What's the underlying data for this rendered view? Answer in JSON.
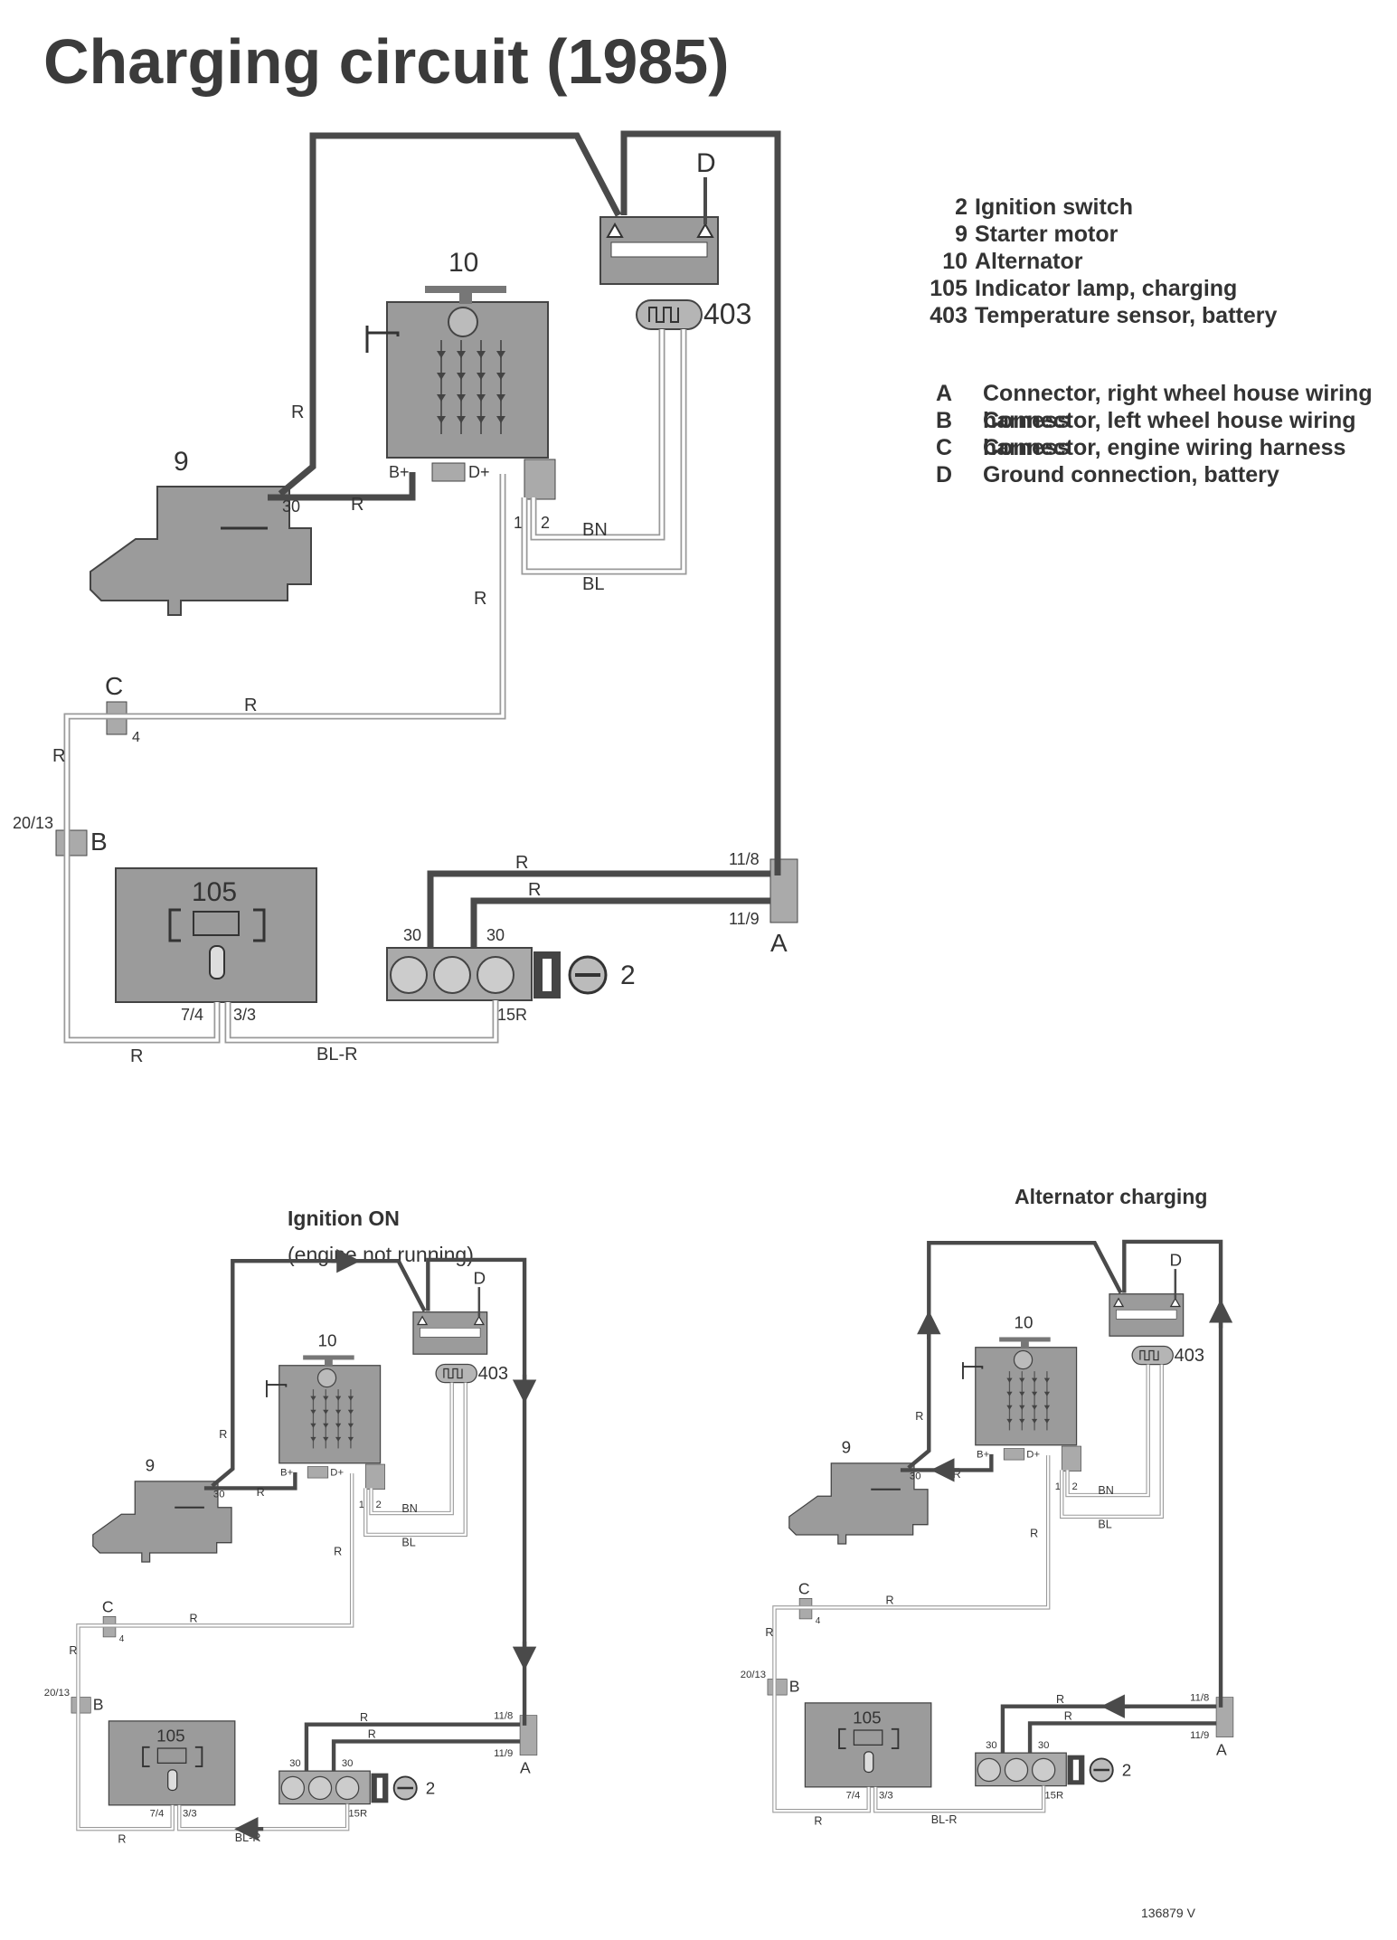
{
  "title": "Charging circuit (1985)",
  "legend_components": [
    {
      "num": "2",
      "text": "Ignition switch"
    },
    {
      "num": "9",
      "text": "Starter motor"
    },
    {
      "num": "10",
      "text": "Alternator"
    },
    {
      "num": "105",
      "text": "Indicator lamp, charging"
    },
    {
      "num": "403",
      "text": "Temperature sensor, battery"
    }
  ],
  "legend_connectors": [
    {
      "key": "A",
      "text": "Connector, right wheel house wiring harness"
    },
    {
      "key": "B",
      "text": "Connector, left wheel house wiring harness"
    },
    {
      "key": "C",
      "text": "Connector, engine wiring harness"
    },
    {
      "key": "D",
      "text": "Ground connection, battery"
    }
  ],
  "captions": {
    "ignition_on": "Ignition ON",
    "engine_not_running": "(engine not running)",
    "alternator_charging": "Alternator charging"
  },
  "labels": {
    "c2": "2",
    "c9": "9",
    "c10": "10",
    "c105": "105",
    "c403": "403",
    "conn_a": "A",
    "conn_b": "B",
    "conn_c": "C",
    "conn_d": "D",
    "wire_r": "R",
    "wire_bn": "BN",
    "wire_bl": "BL",
    "wire_blr": "BL-R",
    "bplus": "B+",
    "dplus": "D+",
    "t30": "30",
    "t1": "1",
    "t2": "2",
    "t4": "4",
    "t20_13": "20/13",
    "t11_8": "11/8",
    "t11_9": "11/9",
    "t7_4": "7/4",
    "t3_3": "3/3",
    "t15r": "15R"
  },
  "ref_code": "136879 V"
}
